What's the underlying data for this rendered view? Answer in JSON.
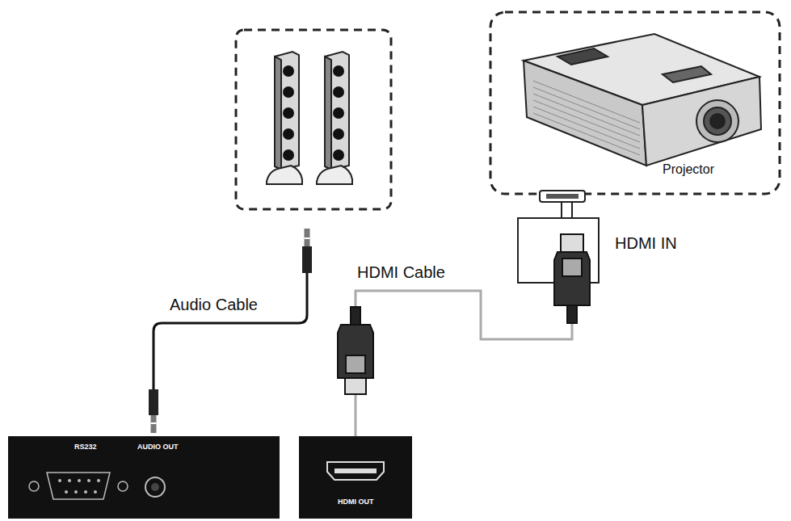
{
  "diagram": {
    "nodes": [
      {
        "text": [
          "Projector"
        ]
      },
      {
        "text": [
          "HDMI IN"
        ]
      },
      {
        "text": [
          "RS232",
          "AUDIO OUT"
        ]
      },
      {
        "text": [
          "HDMI OUT"
        ]
      }
    ],
    "edges": [
      {
        "from": 3,
        "to": 1,
        "arrow": "none",
        "label": "HDMI Cable"
      }
    ],
    "labels": [
      "Audio Cable"
    ]
  }
}
